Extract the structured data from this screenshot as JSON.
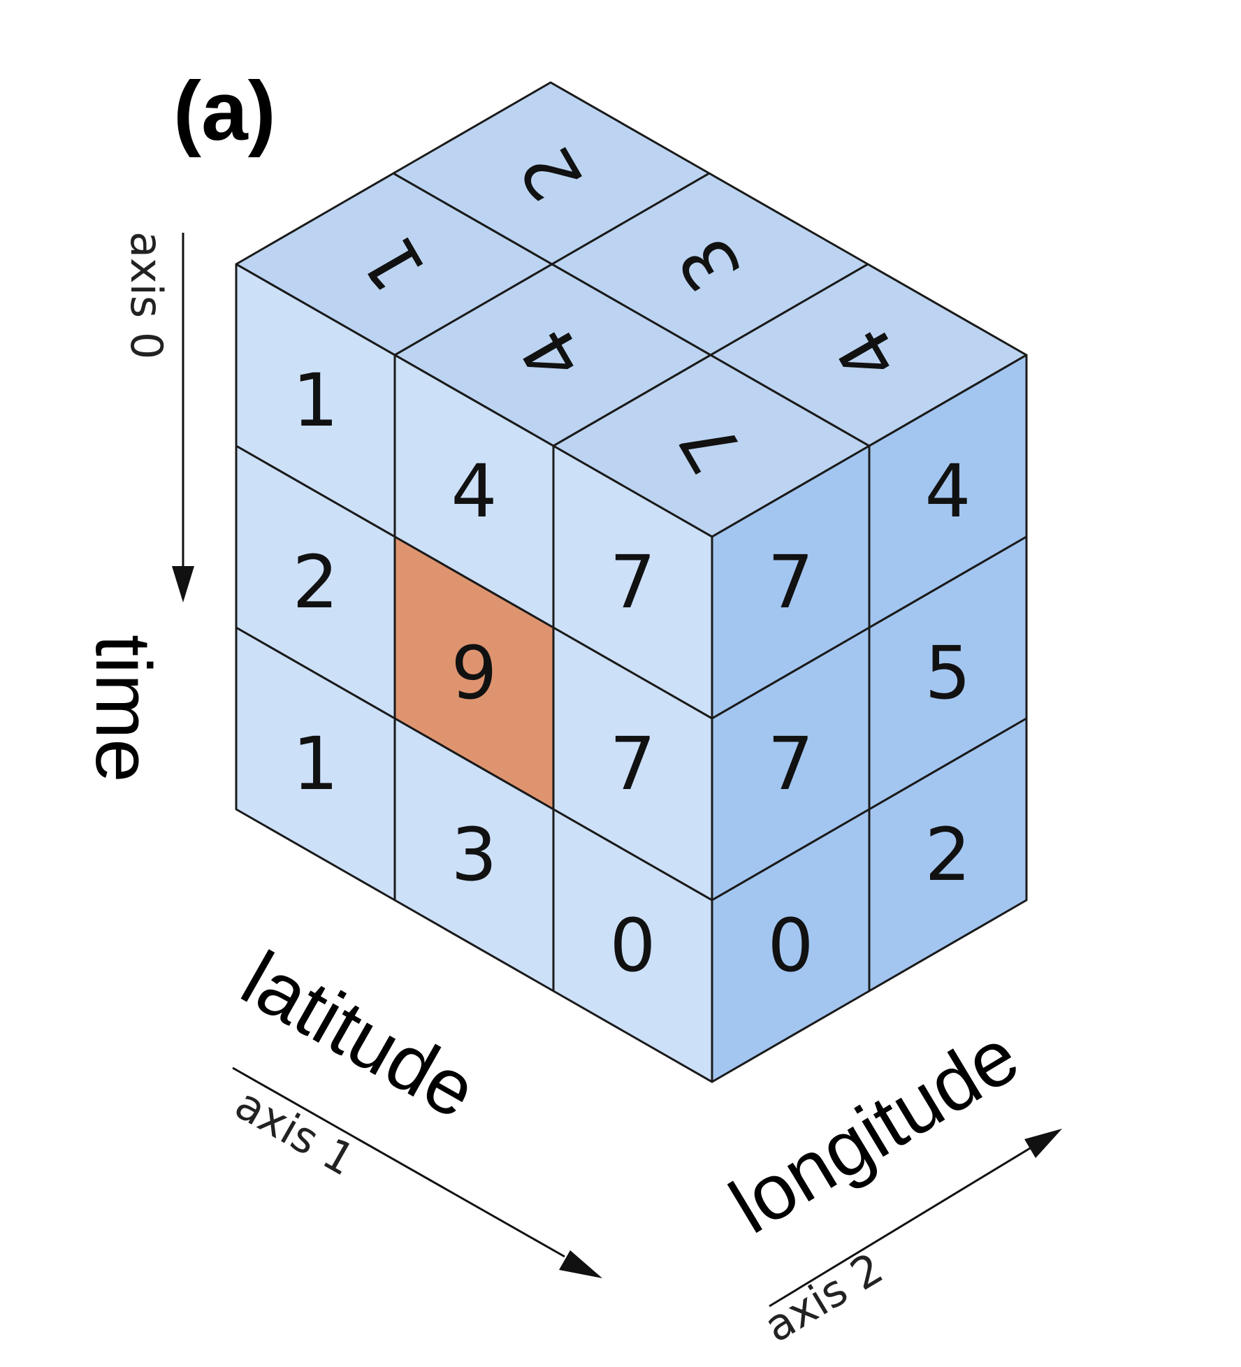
{
  "panel_label": "(a)",
  "colors": {
    "top_face": "#bcd4f1",
    "front_face": "#cce0f8",
    "right_face": "#a3c6f0",
    "highlight": "#df9470",
    "outline": "#1a1a1a"
  },
  "axes": {
    "axis0": {
      "label": "axis 0",
      "dimension": "time"
    },
    "axis1": {
      "label": "axis 1",
      "dimension": "latitude"
    },
    "axis2": {
      "label": "axis 2",
      "dimension": "longitude"
    }
  },
  "cube": {
    "top": [
      [
        "1",
        "2"
      ],
      [
        "4",
        "3"
      ],
      [
        "7",
        "4"
      ]
    ],
    "front": [
      [
        "1",
        "4",
        "7"
      ],
      [
        "2",
        "9",
        "7"
      ],
      [
        "1",
        "3",
        "0"
      ]
    ],
    "right": [
      [
        "7",
        "4"
      ],
      [
        "7",
        "5"
      ],
      [
        "0",
        "2"
      ]
    ],
    "highlighted_cell": {
      "face": "front",
      "row": 1,
      "col": 1,
      "value": "9"
    }
  }
}
